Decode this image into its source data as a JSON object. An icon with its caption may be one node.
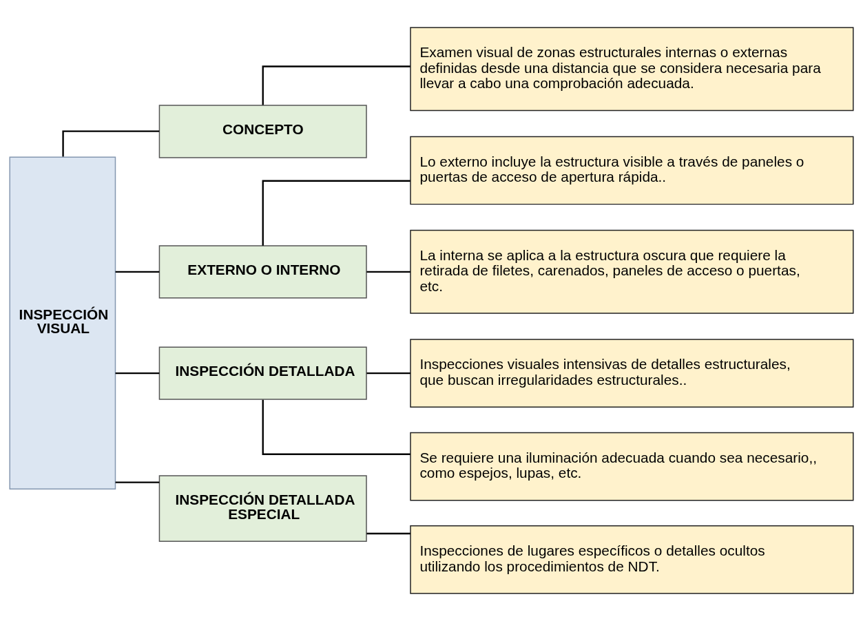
{
  "diagram": {
    "nodes": [
      {
        "text": [
          "INSPECCIÓN VISUAL"
        ]
      },
      {
        "text": [
          "CONCEPTO"
        ]
      },
      {
        "text": [
          "EXTERNO O INTERNO"
        ]
      },
      {
        "text": [
          "INSPECCIÓN DETALLADA"
        ]
      },
      {
        "text": [
          "INSPECCIÓN DETALLADA ESPECIAL"
        ]
      },
      {
        "text": [
          "Examen visual de zonas estructurales internas o externas definidas desde una distancia que se considera necesaria para llevar a cabo una comprobación adecuada."
        ]
      },
      {
        "text": [
          "Lo externo incluye la estructura visible a través de paneles o puertas de acceso de apertura rápida.."
        ]
      },
      {
        "text": [
          "La interna se aplica a la estructura oscura que requiere la retirada de filetes, carenados, paneles de acceso o puertas, etc."
        ]
      },
      {
        "text": [
          "Inspecciones visuales intensivas de detalles estructurales, que buscan irregularidades estructurales.."
        ]
      },
      {
        "text": [
          "Se requiere una iluminación adecuada cuando sea necesario,, como espejos, lupas, etc."
        ]
      },
      {
        "text": [
          "Inspecciones de lugares específicos o detalles ocultos utilizando los procedimientos de NDT."
        ]
      }
    ],
    "edges": [
      {
        "from": 0,
        "to": 1,
        "arrow": "none"
      },
      {
        "from": 0,
        "to": 2,
        "arrow": "none"
      },
      {
        "from": 0,
        "to": 3,
        "arrow": "none"
      },
      {
        "from": 0,
        "to": 4,
        "arrow": "none"
      },
      {
        "from": 1,
        "to": 5,
        "arrow": "none"
      },
      {
        "from": 2,
        "to": 6,
        "arrow": "none"
      },
      {
        "from": 2,
        "to": 7,
        "arrow": "none"
      },
      {
        "from": 3,
        "to": 8,
        "arrow": "none"
      },
      {
        "from": 3,
        "to": 9,
        "arrow": "none"
      },
      {
        "from": 4,
        "to": 10,
        "arrow": "none"
      }
    ]
  }
}
